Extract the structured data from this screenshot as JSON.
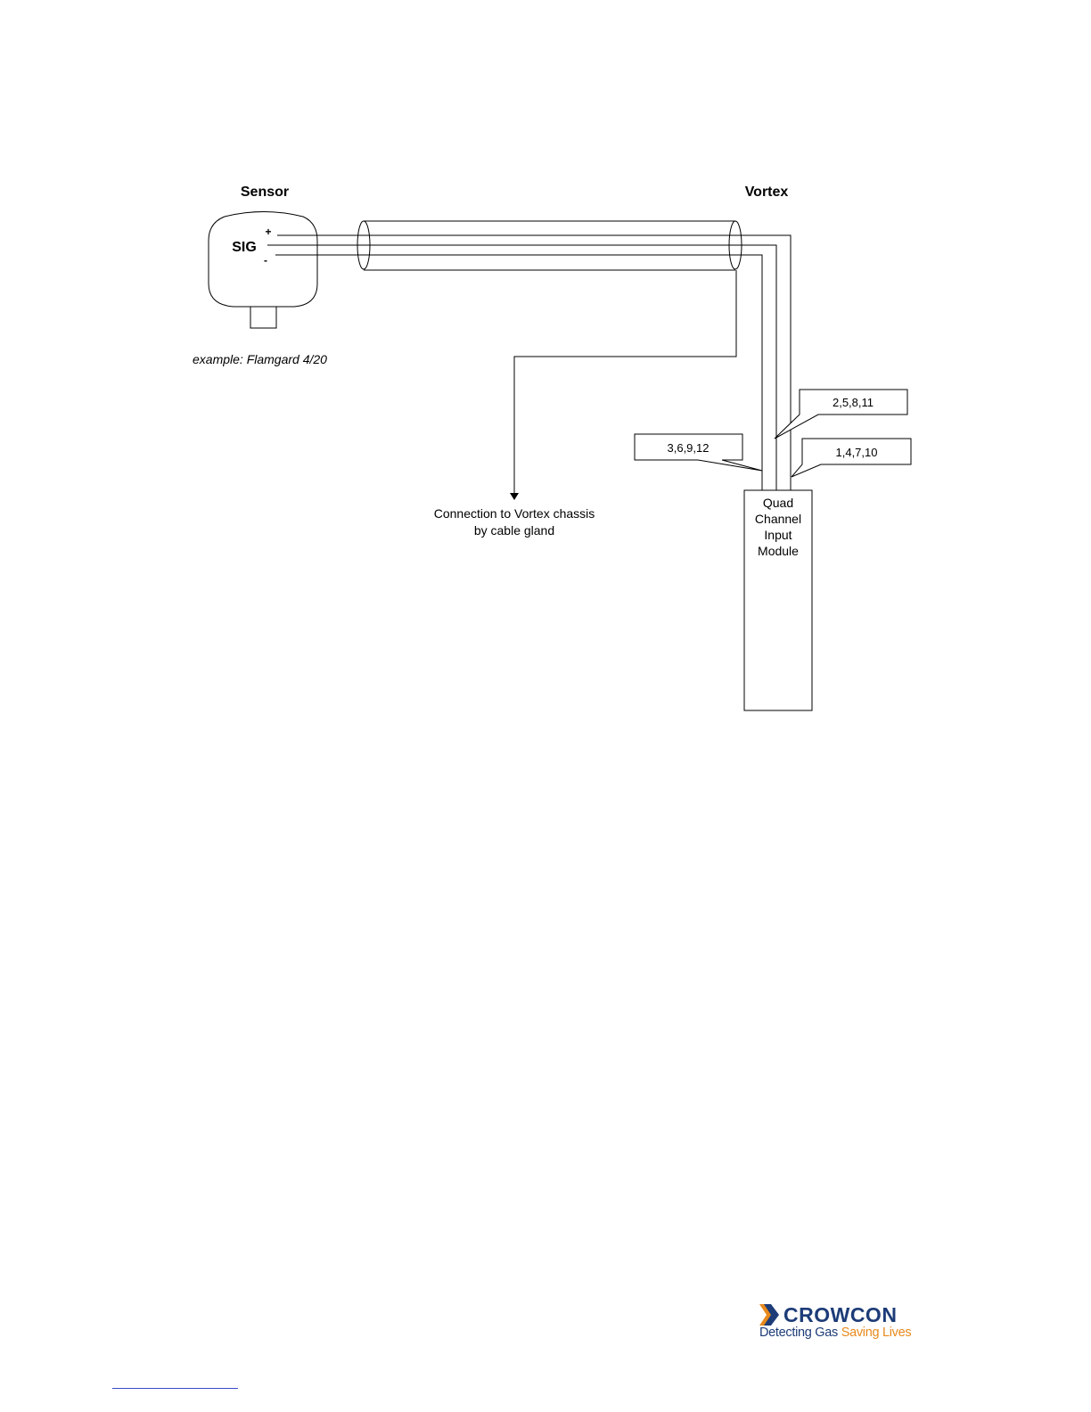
{
  "diagram": {
    "sensor_title": "Sensor",
    "vortex_title": "Vortex",
    "plus_label": "+",
    "sig_label": "SIG",
    "minus_label": "-",
    "sensor_example": "example: Flamgard 4/20",
    "chassis_line1": "Connection to Vortex chassis",
    "chassis_line2": "by cable gland",
    "callout_top": "2,5,8,11",
    "callout_left": "3,6,9,12",
    "callout_right": "1,4,7,10",
    "module_line1": "Quad",
    "module_line2": "Channel",
    "module_line3": "Input",
    "module_line4": "Module"
  },
  "logo": {
    "brand": "CROWCON",
    "tagline_part1": "Detecting Gas",
    "tagline_part2": "Saving Lives",
    "colors": {
      "navy": "#1d3c78",
      "orange": "#e8891c"
    }
  }
}
